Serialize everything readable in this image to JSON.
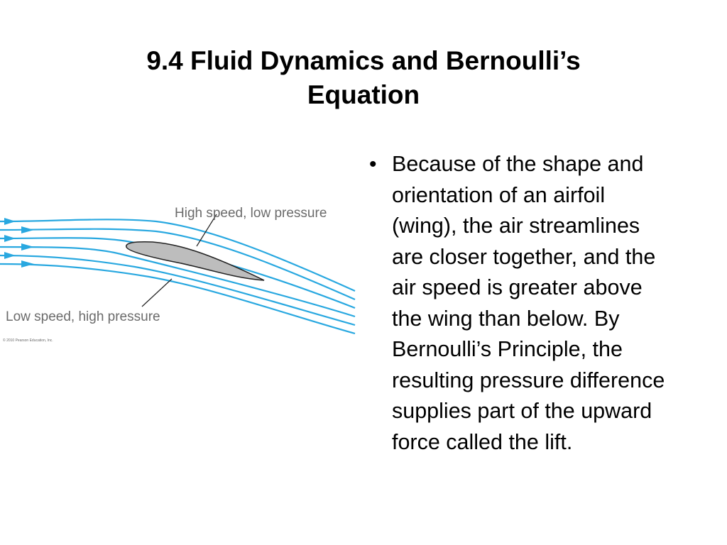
{
  "slide": {
    "title_lines": [
      "9.4 Fluid Dynamics and Bernoulli’s",
      "Equation"
    ],
    "bullet_marker": "•",
    "bullet_lines": [
      "Because of the shape and",
      "orientation of an airfoil",
      "(wing), the air streamlines",
      "are closer together, and the",
      "air speed is greater above",
      "the wing than below. By",
      "Bernoulli’s Principle, the",
      "resulting pressure difference",
      "supplies part of the upward",
      "force called the lift."
    ]
  },
  "figure": {
    "label_top": "High speed, low pressure",
    "label_bottom": "Low speed, high pressure",
    "copyright": "© 2010 Pearson Education, Inc.",
    "colors": {
      "streamline": "#29a8e0",
      "airfoil_fill": "#bdbdbd",
      "airfoil_stroke": "#222222",
      "label_text": "#6b6b6b"
    }
  }
}
